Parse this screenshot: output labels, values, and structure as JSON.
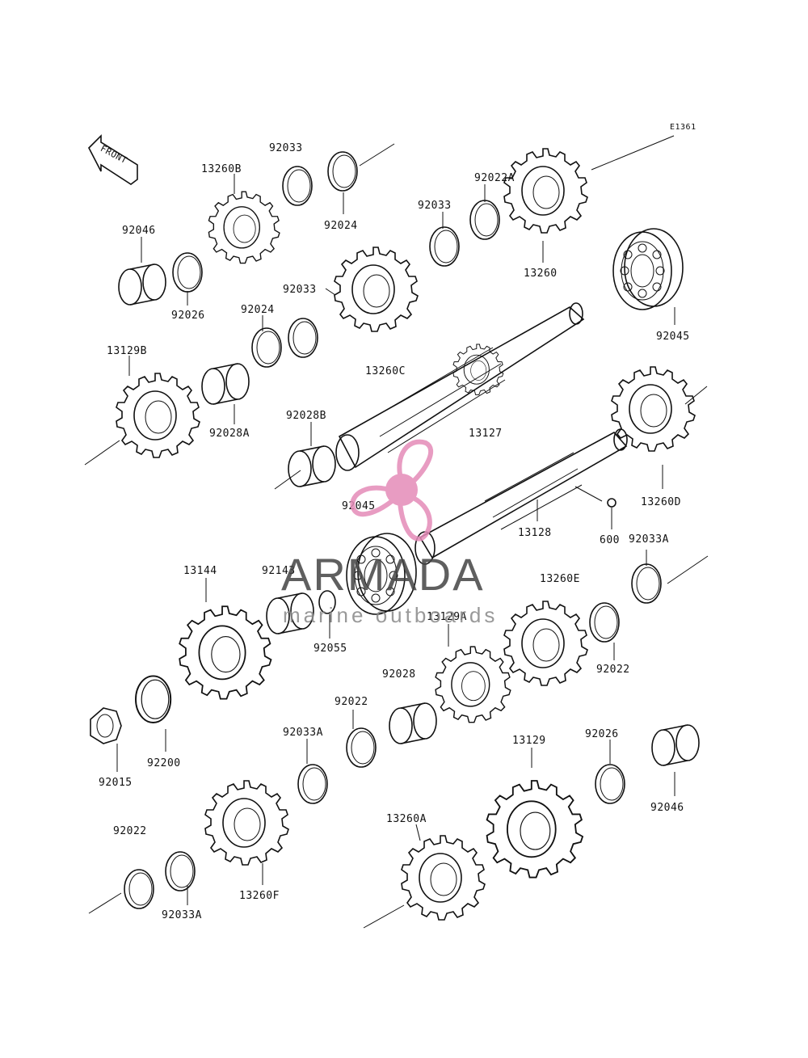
{
  "diagram_code": "E1361",
  "front_arrow_label": "FRONT",
  "watermark": {
    "brand": "ARMADA",
    "tagline": "marine outboards",
    "logo_icon": "propeller-logo-icon",
    "logo_color": "#e48bb8"
  },
  "labels": {
    "p92033_top": "92033",
    "p13260B": "13260B",
    "p92024_top": "92024",
    "p92046_top": "92046",
    "p92026_top": "92026",
    "p92022A": "92022A",
    "p92033_mid": "92033",
    "p13260": "13260",
    "p92033_left": "92033",
    "p92024_mid": "92024",
    "p92045_right": "92045",
    "p13129B": "13129B",
    "p13260C": "13260C",
    "p92028A": "92028A",
    "p92028B": "92028B",
    "p13127": "13127",
    "p13260D": "13260D",
    "p92045_mid": "92045",
    "p13128": "13128",
    "p600": "600",
    "p92033A_right": "92033A",
    "p13144": "13144",
    "p92143": "92143",
    "p13260E": "13260E",
    "p92055": "92055",
    "p13129A": "13129A",
    "p92022_right": "92022",
    "p92028": "92028",
    "p92022_mid": "92022",
    "p92015": "92015",
    "p92200": "92200",
    "p92033A_mid": "92033A",
    "p13129": "13129",
    "p92026_bottom": "92026",
    "p92046_bottom": "92046",
    "p92022_bottom": "92022",
    "p13260A": "13260A",
    "p92033A_bottom": "92033A",
    "p13260F": "13260F"
  }
}
